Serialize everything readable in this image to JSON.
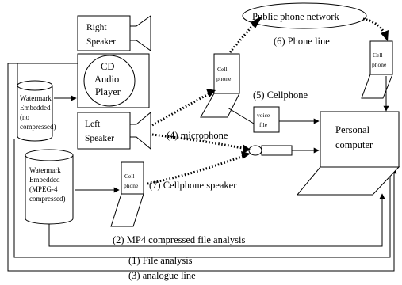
{
  "nodes": {
    "right_speaker": [
      "Right",
      "Speaker"
    ],
    "cd_player": [
      "CD",
      "Audio",
      "Player"
    ],
    "left_speaker": [
      "Left",
      "Speaker"
    ],
    "watermark_top": [
      "Watermark",
      "Embedded",
      "(no",
      "compressed)"
    ],
    "watermark_bottom": [
      "Watermark",
      "Embedded",
      "(MPEG-4",
      "compressed)"
    ],
    "cellphone_top": [
      "Cell",
      "phone"
    ],
    "cellphone_right": [
      "Cell",
      "phone"
    ],
    "cellphone_bottom": [
      "Cell",
      "phone"
    ],
    "voice_file": [
      "voice",
      "file"
    ],
    "network": "Public phone network",
    "computer": [
      "Personal",
      "computer"
    ]
  },
  "paths": {
    "phone_line": "(6) Phone line",
    "cellphone": "(5) Cellphone",
    "microphone": "(4) microphone",
    "cellphone_speaker": "(7) Cellphone speaker",
    "mp4_analysis": "(2) MP4 compressed file analysis",
    "file_analysis": "(1) File analysis",
    "analogue_line": "(3) analogue line"
  }
}
